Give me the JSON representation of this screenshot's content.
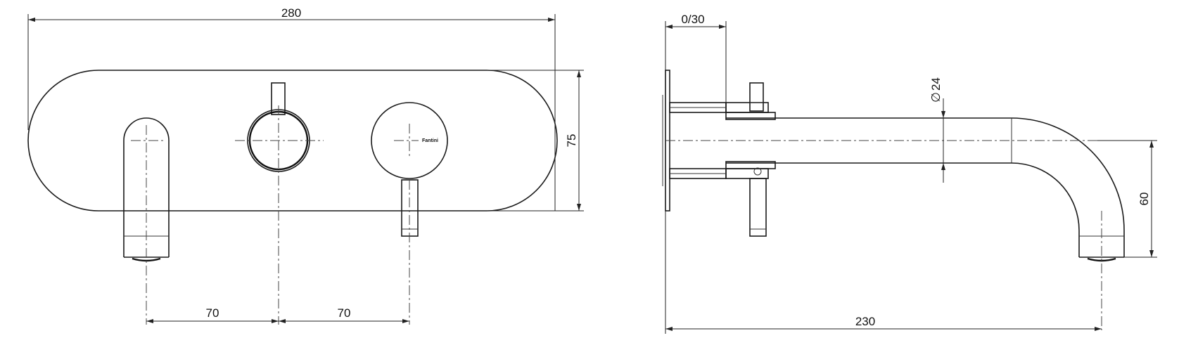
{
  "dimensions": {
    "width_overall": "280",
    "height_plate": "75",
    "spacing_left": "70",
    "spacing_right": "70",
    "wall_offset": "0/30",
    "spout_diameter": "24",
    "projection": "230",
    "drop": "60"
  },
  "symbols": {
    "diameter": "∅"
  },
  "brand_mark": "Fantini"
}
